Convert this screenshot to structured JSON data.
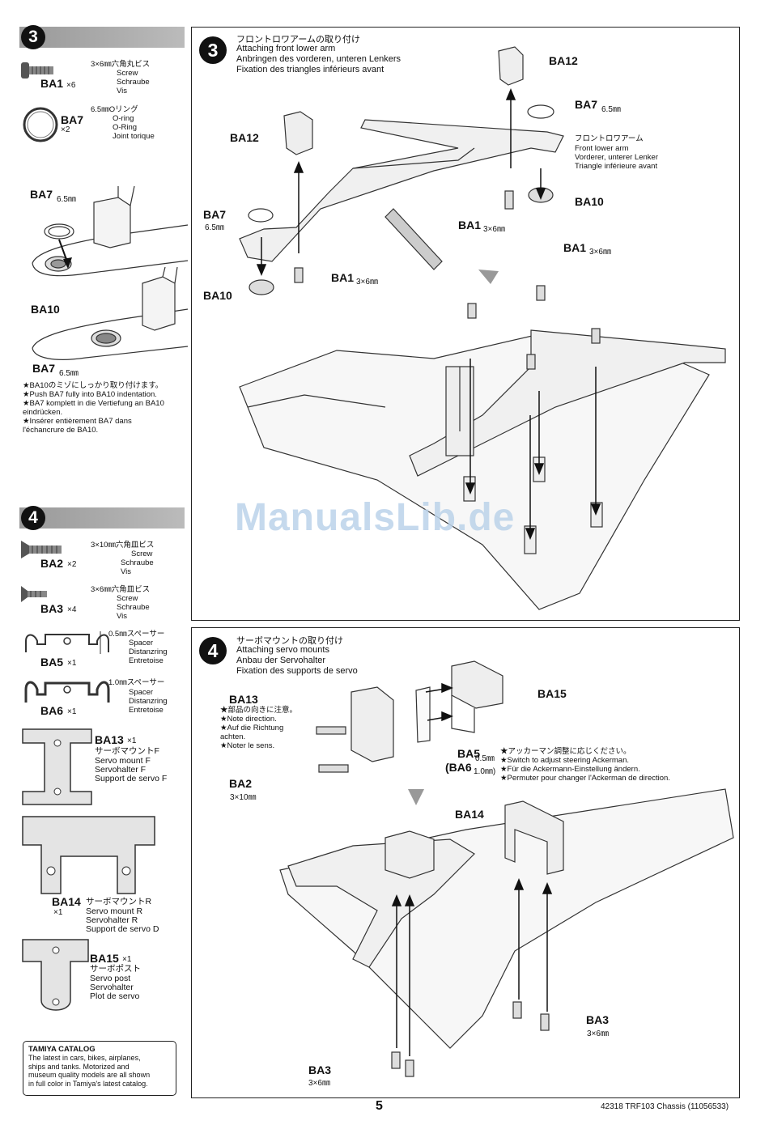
{
  "sidebar": {
    "step3": {
      "number": "3",
      "parts": [
        {
          "code": "BA1",
          "qty": "×6",
          "jp": "3×6㎜六角丸ビス",
          "en": "Screw",
          "de": "Schraube",
          "fr": "Vis"
        },
        {
          "code": "BA7",
          "qty": "×2",
          "jp": "6.5㎜Oリング",
          "en": "O-ring",
          "de": "O-Ring",
          "fr": "Joint torique"
        }
      ],
      "detail_labels": {
        "ba7_top": "BA7",
        "ba7_top_size": "6.5㎜",
        "ba10": "BA10",
        "ba7_bottom": "BA7",
        "ba7_bottom_size": "6.5㎜"
      },
      "notes": [
        "★BA10のミゾにしっかり取り付けます。",
        "★Push BA7 fully into BA10 indentation.",
        "★BA7 komplett in die Vertiefung an BA10",
        "eindrücken.",
        "★Insérer entièrement BA7 dans",
        "l'échancrure de BA10."
      ]
    },
    "step4": {
      "number": "4",
      "parts": [
        {
          "code": "BA2",
          "qty": "×2",
          "jp": "3×10㎜六角皿ビス",
          "en": "Screw",
          "de": "Schraube",
          "fr": "Vis"
        },
        {
          "code": "BA3",
          "qty": "×4",
          "jp": "3×6㎜六角皿ビス",
          "en": "Screw",
          "de": "Schraube",
          "fr": "Vis"
        },
        {
          "code": "BA5",
          "qty": "×1",
          "jp": "0.5㎜スペーサー",
          "en": "Spacer",
          "de": "Distanzring",
          "fr": "Entretoise"
        },
        {
          "code": "BA6",
          "qty": "×1",
          "jp": "1.0㎜スペーサー",
          "en": "Spacer",
          "de": "Distanzring",
          "fr": "Entretoise"
        },
        {
          "code": "BA13",
          "qty": "×1",
          "jp": "サーボマウントF",
          "en": "Servo mount F",
          "de": "Servohalter F",
          "fr": "Support de servo F"
        },
        {
          "code": "BA14",
          "qty": "×1",
          "jp": "サーボマウントR",
          "en": "Servo mount R",
          "de": "Servohalter R",
          "fr": "Support de servo D"
        },
        {
          "code": "BA15",
          "qty": "×1",
          "jp": "サーボポスト",
          "en": "Servo post",
          "de": "Servohalter",
          "fr": "Plot de servo"
        }
      ]
    },
    "catalog": {
      "title": "TAMIYA CATALOG",
      "lines": [
        "The latest in cars, bikes, airplanes,",
        "ships and tanks. Motorized and",
        "museum quality models are all shown",
        "in full color in Tamiya's latest catalog."
      ]
    }
  },
  "panel3": {
    "number": "3",
    "title_jp": "フロントロワアームの取り付け",
    "title_en": "Attaching front lower arm",
    "title_de": "Anbringen des vorderen, unteren Lenkers",
    "title_fr": "Fixation des triangles inférieurs avant",
    "labels": {
      "ba12_right": "BA12",
      "ba7_right": "BA7",
      "ba7_right_size": "6.5㎜",
      "arm_jp": "フロントロワアーム",
      "arm_en": "Front lower arm",
      "arm_de": "Vorderer, unterer Lenker",
      "arm_fr": "Triangle inférieure avant",
      "ba10_right": "BA10",
      "ba1_mid": "BA1",
      "ba1_mid_size": "3×6㎜",
      "ba12_left": "BA12",
      "ba7_left": "BA7",
      "ba7_left_size": "6.5㎜",
      "ba1_left": "BA1",
      "ba1_left_size": "3×6㎜",
      "ba10_left": "BA10",
      "ba1_bottom": "BA1",
      "ba1_bottom_size": "3×6㎜"
    }
  },
  "panel4": {
    "number": "4",
    "title_jp": "サーボマウントの取り付け",
    "title_en": "Attaching servo mounts",
    "title_de": "Anbau der Servohalter",
    "title_fr": "Fixation des supports de servo",
    "labels": {
      "ba13": "BA13",
      "ba13_note_jp": "★部品の向きに注意。",
      "ba13_note_en": "★Note direction.",
      "ba13_note_de": "★Auf die Richtung",
      "ba13_note_de2": "achten.",
      "ba13_note_fr": "★Noter le sens.",
      "ba15": "BA15",
      "ba5": "BA5",
      "ba5_size": "0.5㎜",
      "ba6": "(BA6",
      "ba6_size": "1.0㎜)",
      "ack_jp": "★アッカーマン調整に応じください。",
      "ack_en": "★Switch to adjust steering Ackerman.",
      "ack_de": "★Für die Ackermann-Einstellung ändern.",
      "ack_fr": "★Permuter pour changer l'Ackerman de direction.",
      "ba2": "BA2",
      "ba2_size": "3×10㎜",
      "ba14": "BA14",
      "ba3_right": "BA3",
      "ba3_right_size": "3×6㎜",
      "ba3_left": "BA3",
      "ba3_left_size": "3×6㎜"
    }
  },
  "watermark": "ManualsLib.de",
  "footer": {
    "page": "5",
    "code": "42318  TRF103 Chassis (11056533)"
  }
}
